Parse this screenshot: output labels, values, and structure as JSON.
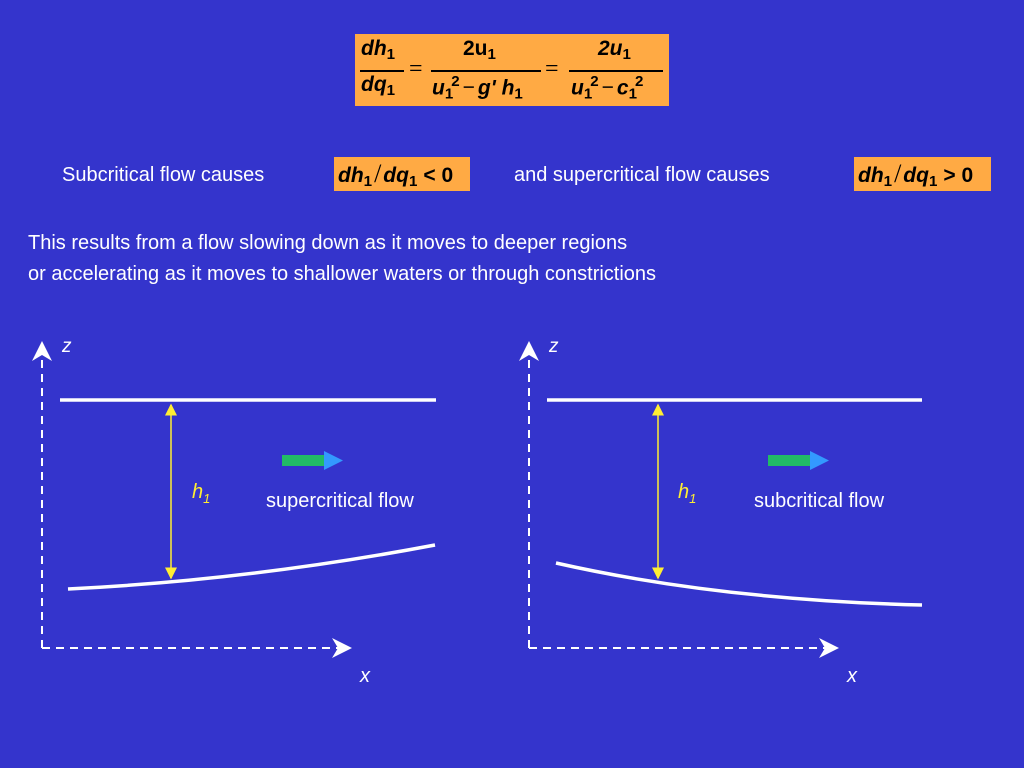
{
  "main_formula": {
    "lhs_num": "dh",
    "lhs_num_sub": "1",
    "lhs_den": "dq",
    "lhs_den_sub": "1",
    "eq": "=",
    "mid_num": "2u",
    "mid_num_sub": "1",
    "mid_den_u": "u",
    "mid_den_u_sub": "1",
    "mid_den_u_sup": "2",
    "mid_den_minus": "−",
    "mid_den_g": "g'",
    "mid_den_h": "h",
    "mid_den_h_sub": "1",
    "right_num": "2u",
    "right_num_sub": "1",
    "right_den_u": "u",
    "right_den_u_sub": "1",
    "right_den_u_sup": "2",
    "right_den_minus": "−",
    "right_den_c": "c",
    "right_den_c_sub": "1",
    "right_den_c_sup": "2"
  },
  "subcritical_text": "Subcritical flow causes",
  "subcritical_formula": {
    "dh": "dh",
    "dh_sub": "1",
    "slash": "/",
    "dq": "dq",
    "dq_sub": "1",
    "rel": "< 0"
  },
  "supercritical_text": "and supercritical flow causes",
  "supercritical_formula": {
    "dh": "dh",
    "dh_sub": "1",
    "slash": "/",
    "dq": "dq",
    "dq_sub": "1",
    "rel": "> 0"
  },
  "explanation": [
    "This results from a flow slowing down as it moves to deeper regions",
    "or accelerating as it moves to shallower waters or through constrictions"
  ],
  "left_diagram": {
    "z_label": "z",
    "x_label": "x",
    "h_label": "h",
    "h_sub": "1",
    "flow_label": "supercritical flow"
  },
  "right_diagram": {
    "z_label": "z",
    "x_label": "x",
    "h_label": "h",
    "h_sub": "1",
    "flow_label": "subcritical flow"
  },
  "colors": {
    "background": "#3434cc",
    "formula_bg": "#ffaa44",
    "arrow_green": "#22bb66",
    "arrow_blue": "#3399ff",
    "depth_line": "#ffee33"
  }
}
